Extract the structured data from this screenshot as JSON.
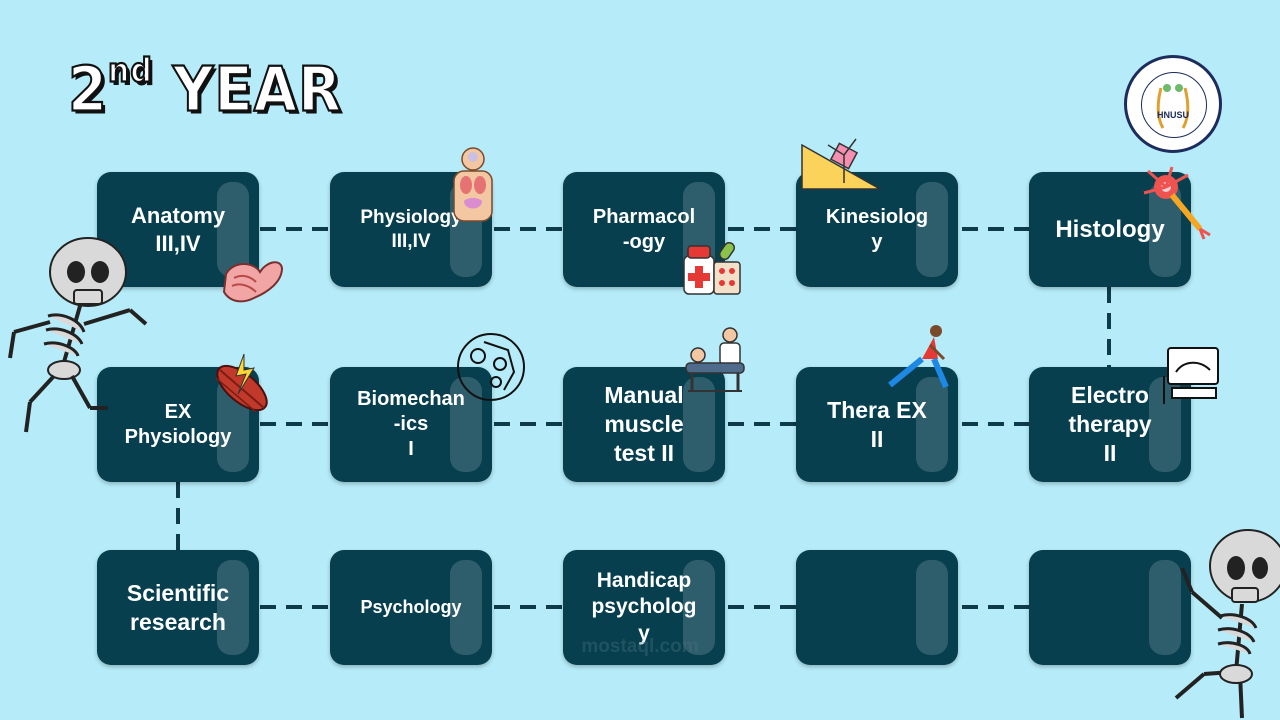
{
  "header": {
    "title_prefix": "2",
    "title_sup": "nd",
    "title_main": "YEAR"
  },
  "logo": {
    "text": "HNUSU"
  },
  "cards": {
    "anatomy": "Anatomy\nIII,IV",
    "physiology": "Physiology\nIII,IV",
    "pharmacology": "Pharmacol\n-ogy",
    "kinesiology": "Kinesiolog\ny",
    "histology": "Histology",
    "ex_physiology": "EX\nPhysiology",
    "biomechanics": "Biomechan\n-ics\nI",
    "manual_muscle": "Manual\nmuscle\ntest II",
    "thera_ex": "Thera EX\nII",
    "electrotherapy": "Electro\ntherapy\nII",
    "scientific_research": "Scientific\nresearch",
    "psychology": "Psychology",
    "handicap": "Handicap\npsycholog\ny",
    "empty_1": "",
    "empty_2": ""
  },
  "watermark": {
    "text": "mostaql.com"
  },
  "icons": [
    "muscle-arm-icon",
    "human-organs-icon",
    "medicine-icon",
    "inclined-plane-icon",
    "neuron-icon",
    "muscle-fiber-icon",
    "robotic-joint-icon",
    "physiotherapist-icon",
    "stretching-athlete-icon",
    "ultrasound-monitor-icon",
    "skeleton-icon"
  ]
}
